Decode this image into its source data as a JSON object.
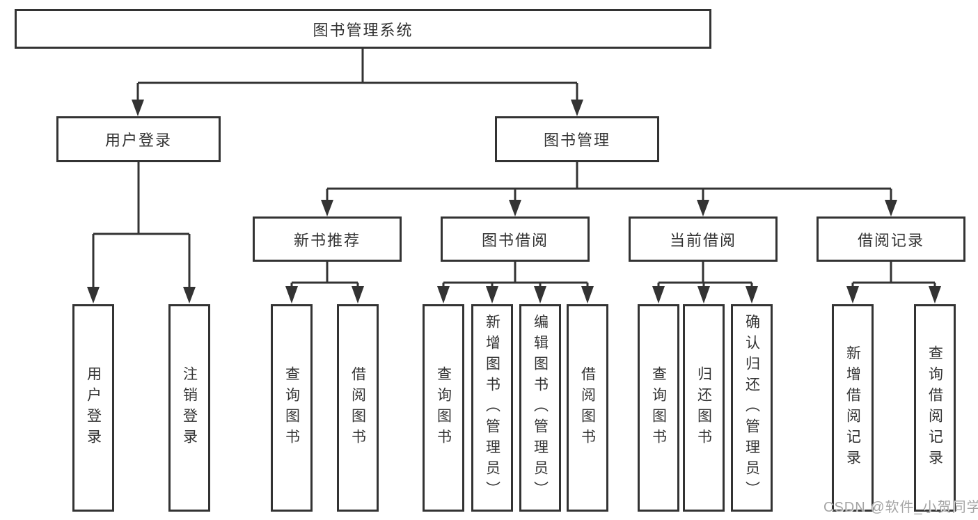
{
  "diagram": {
    "root": "图书管理系统",
    "user_login": {
      "label": "用户登录",
      "children": [
        "用户登录",
        "注销登录"
      ]
    },
    "book_management": {
      "label": "图书管理",
      "sections": [
        {
          "label": "新书推荐",
          "children": [
            "查询图书",
            "借阅图书"
          ]
        },
        {
          "label": "图书借阅",
          "children": [
            "查询图书",
            "新增图书（管理员）",
            "编辑图书（管理员）",
            "借阅图书"
          ]
        },
        {
          "label": "当前借阅",
          "children": [
            "查询图书",
            "归还图书",
            "确认归还（管理员）"
          ]
        },
        {
          "label": "借阅记录",
          "children": [
            "新增借阅记录",
            "查询借阅记录"
          ]
        }
      ]
    }
  },
  "watermark": "CSDN @软件_小贺同学",
  "colors": {
    "line": "#333333",
    "text": "#333333",
    "box_border": "#333333",
    "background": "#ffffff",
    "watermark": "#a5a5a5"
  }
}
